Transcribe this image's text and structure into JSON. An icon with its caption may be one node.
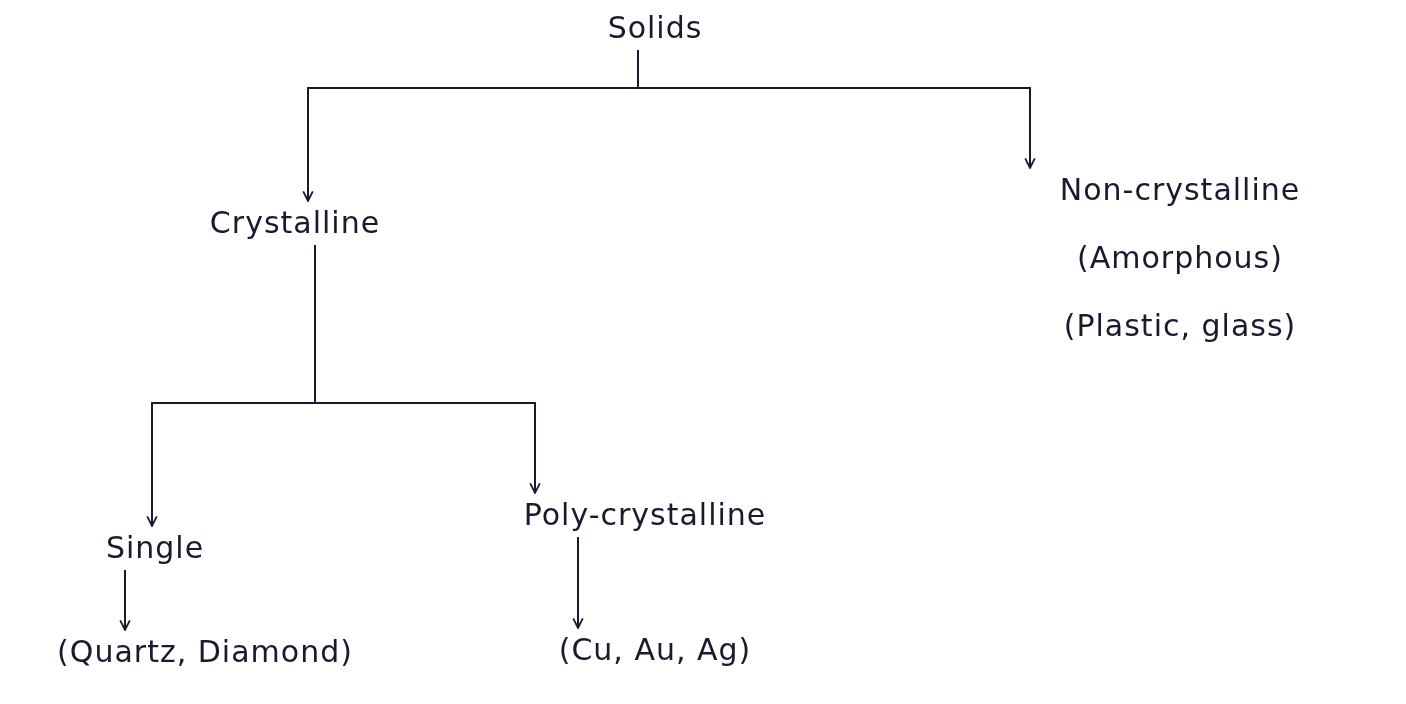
{
  "diagram": {
    "nodes": [
      {
        "text": [
          "Solids"
        ]
      },
      {
        "text": [
          "Crystalline"
        ]
      },
      {
        "text": [
          "Non-crystalline",
          "(Amorphous)",
          "(Plastic, glass)"
        ]
      },
      {
        "text": [
          "Single"
        ]
      },
      {
        "text": [
          "Poly-crystalline"
        ]
      },
      {
        "text": [
          "(Quartz, Diamond)"
        ]
      },
      {
        "text": [
          "(Cu, Au, Ag)"
        ]
      }
    ],
    "edges": [
      {
        "from": 0,
        "to": 1,
        "arrow": "to"
      },
      {
        "from": 0,
        "to": 2,
        "arrow": "to"
      },
      {
        "from": 1,
        "to": 3,
        "arrow": "to"
      },
      {
        "from": 1,
        "to": 4,
        "arrow": "to"
      },
      {
        "from": 3,
        "to": 5,
        "arrow": "to"
      },
      {
        "from": 4,
        "to": 6,
        "arrow": "to"
      }
    ]
  }
}
